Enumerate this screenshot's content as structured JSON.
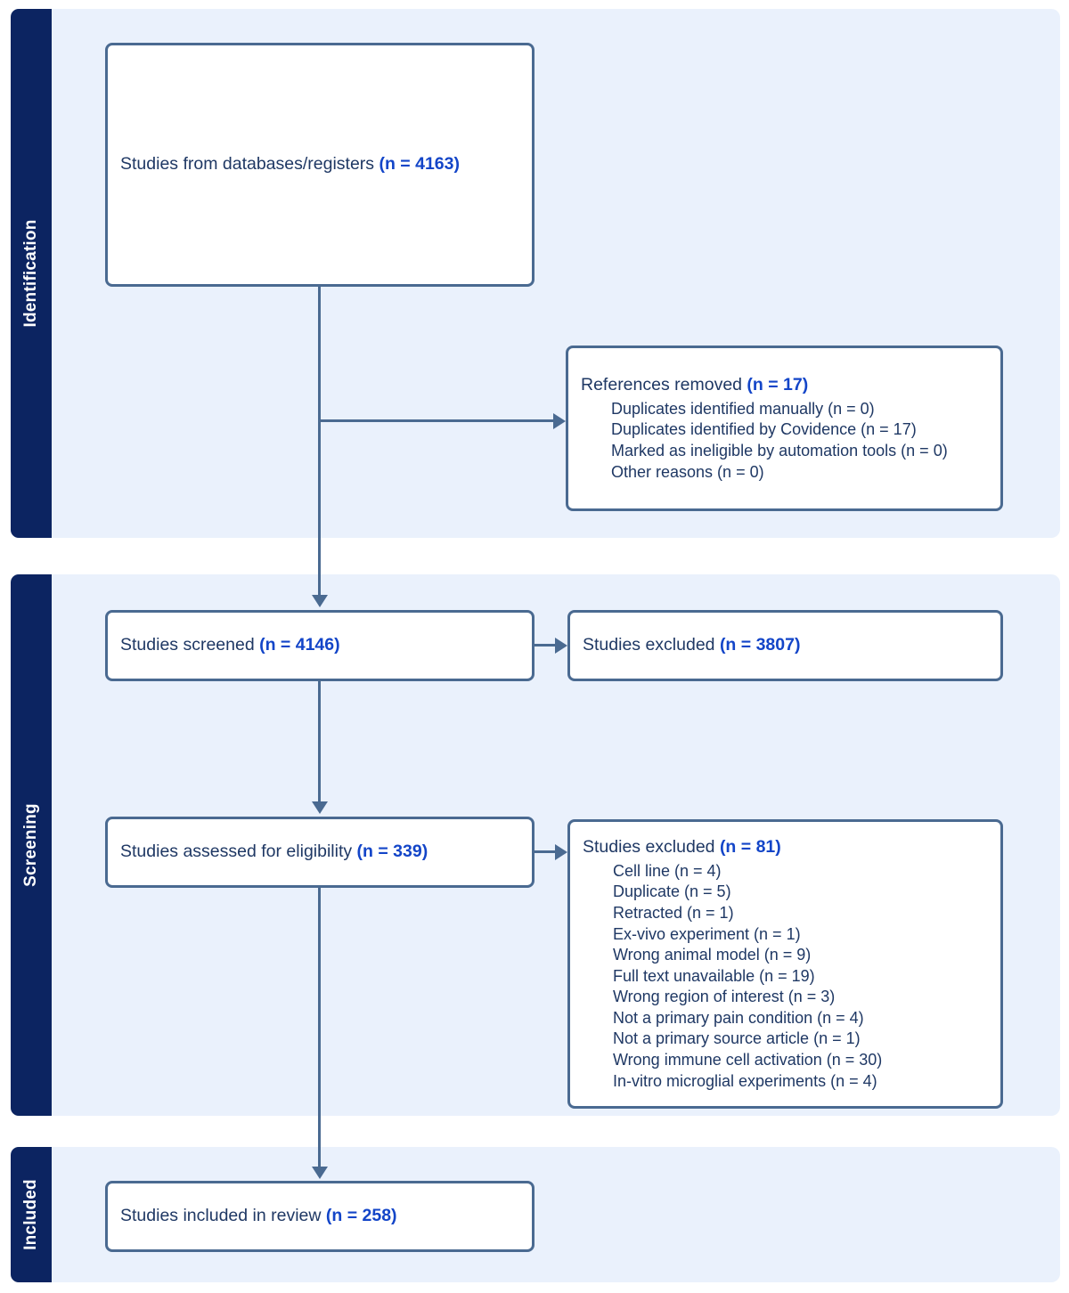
{
  "diagram": {
    "type": "prisma-flow-diagram",
    "accent_color": "#1345c8",
    "stripe_color": "#0c2461",
    "panel_color": "#eaf1fc",
    "border_color": "#4a6a91",
    "text_color": "#1f3864"
  },
  "stages": [
    {
      "id": "identification",
      "label": "Identification"
    },
    {
      "id": "screening",
      "label": "Screening"
    },
    {
      "id": "included",
      "label": "Included"
    }
  ],
  "boxes": {
    "databases": {
      "label": "Studies from databases/registers ",
      "count": "(n = 4163)"
    },
    "references_removed": {
      "label": "References removed ",
      "count": "(n = 17)",
      "reasons": [
        "Duplicates identified manually (n = 0)",
        "Duplicates identified by Covidence (n = 17)",
        "Marked as ineligible by automation tools (n = 0)",
        "Other reasons (n = 0)"
      ]
    },
    "screened": {
      "label": "Studies screened ",
      "count": "(n = 4146)"
    },
    "screened_excluded": {
      "label": "Studies excluded ",
      "count": "(n = 3807)"
    },
    "eligibility": {
      "label": "Studies assessed for eligibility ",
      "count": "(n = 339)"
    },
    "eligibility_excluded": {
      "label": "Studies excluded ",
      "count": "(n = 81)",
      "reasons": [
        "Cell line (n = 4)",
        "Duplicate (n = 5)",
        "Retracted (n = 1)",
        "Ex-vivo experiment (n = 1)",
        "Wrong animal model (n = 9)",
        "Full text unavailable (n = 19)",
        "Wrong region of interest (n = 3)",
        "Not a primary pain condition (n = 4)",
        "Not a primary source article (n = 1)",
        "Wrong immune cell activation (n = 30)",
        "In-vitro microglial experiments (n = 4)"
      ]
    },
    "included": {
      "label": "Studies included in review ",
      "count": "(n = 258)"
    }
  }
}
